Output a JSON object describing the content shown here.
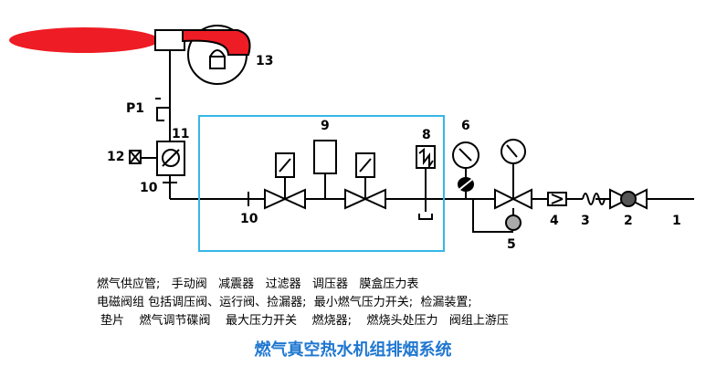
{
  "labels": {
    "n1": "1",
    "n2": "2",
    "n3": "3",
    "n4": "4",
    "n5": "5",
    "n6": "6",
    "n8": "8",
    "n9": "9",
    "n10a": "10",
    "n10b": "10",
    "n11": "11",
    "n12": "12",
    "n13": "13",
    "p1": "P1"
  },
  "legend": {
    "line1": "燃气供应管;   手动阀   减震器   过滤器   调压器   膜盒压力表",
    "line2": "电磁阀组 包括调压阀、运行阀、捡漏器;  最小燃气压力开关;  检漏装置;",
    "line3": "垫片    燃气调节碟阀    最大压力开关    燃烧器;    燃烧头处压力   阀组上游压"
  },
  "title": "燃气真空热水机组排烟系统",
  "colors": {
    "flame": "#ee1c24",
    "box": "#37b7e6",
    "title": "#1f77d0"
  }
}
